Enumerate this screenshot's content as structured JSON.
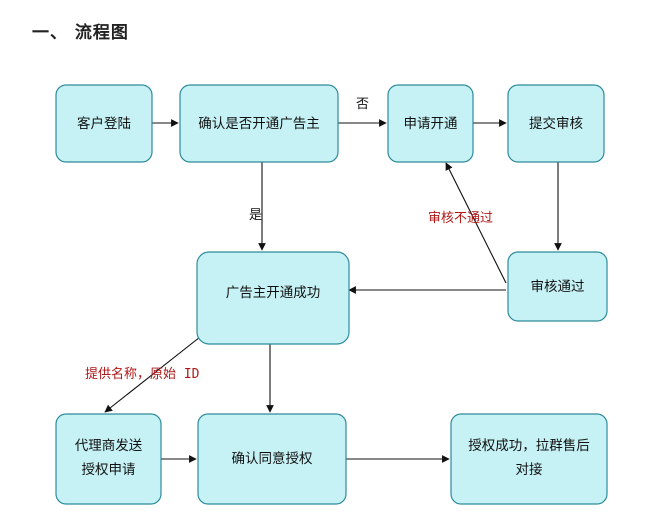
{
  "title": "一、 流程图",
  "nodes": {
    "login": "客户登陆",
    "confirm_advertiser": "确认是否开通广告主",
    "apply_open": "申请开通",
    "submit_review": "提交审核",
    "review_passed": "审核通过",
    "advertiser_opened": "广告主开通成功",
    "agent_send_line1": "代理商发送",
    "agent_send_line2": "授权申请",
    "confirm_authorize": "确认同意授权",
    "auth_success_line1": "授权成功，拉群售后",
    "auth_success_line2": "对接"
  },
  "edges": {
    "no": "否",
    "yes": "是",
    "review_failed": "审核不通过",
    "provide_info": "提供名称，原始 ID"
  },
  "colors": {
    "node_fill": "#c6f2f5",
    "node_border": "#2e8c9b",
    "red_label": "#b01818"
  }
}
